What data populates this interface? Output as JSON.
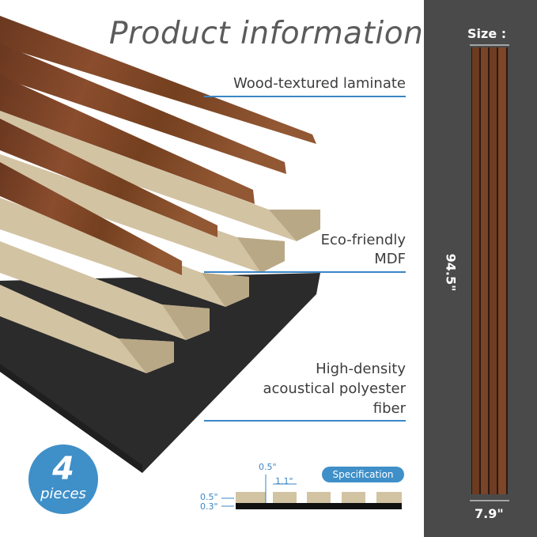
{
  "title": "Product information",
  "layers": {
    "top": "Wood-textured laminate",
    "middle_line1": "Eco-friendly",
    "middle_line2": "MDF",
    "bottom_line1": "High-density",
    "bottom_line2": "acoustical polyester",
    "bottom_line3": "fiber"
  },
  "badge": {
    "number": "4",
    "word": "pieces"
  },
  "specification": {
    "label": "Specification",
    "slat_height": "0.5\"",
    "slat_width": "1.1\"",
    "gap": "0.5\"",
    "left_top": "0.5\"",
    "left_bottom": "0.3\""
  },
  "size": {
    "label": "Size :",
    "height": "94.5\"",
    "width": "7.9\""
  },
  "colors": {
    "wood": "#7a4327",
    "mdf": "#d2c3a3",
    "felt": "#2b2b2b",
    "accent": "#3f8fc8",
    "panel_bg": "#4a4a4a"
  }
}
